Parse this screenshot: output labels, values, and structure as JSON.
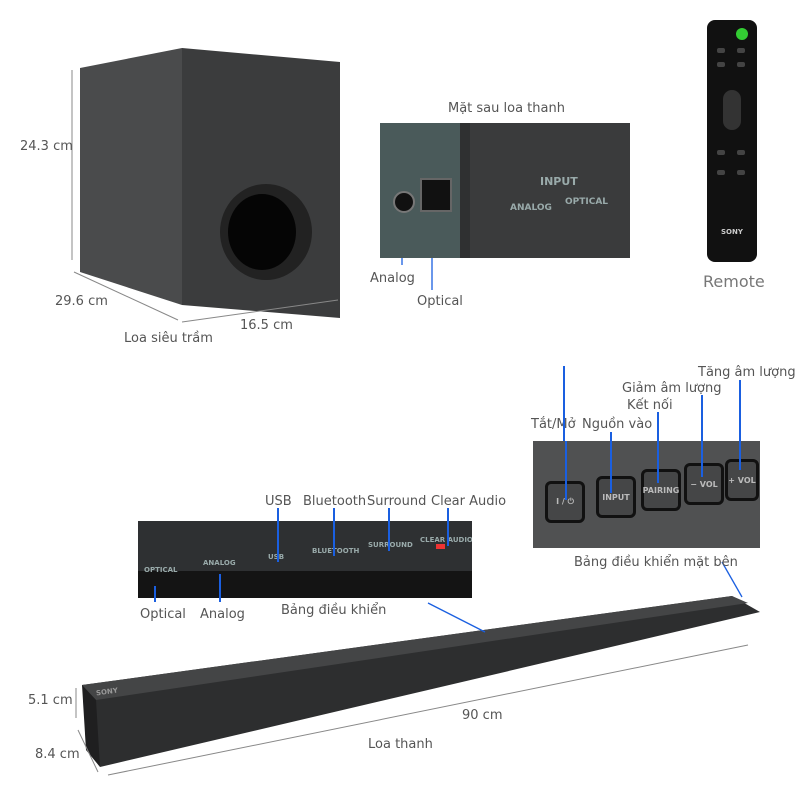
{
  "subwoofer": {
    "title": "Loa siêu trầm",
    "height": "24.3 cm",
    "depth": "29.6 cm",
    "width": "16.5 cm"
  },
  "rear": {
    "title": "Mặt sau loa thanh",
    "analog": "Analog",
    "optical": "Optical",
    "panel_input": "INPUT",
    "panel_analog": "ANALOG",
    "panel_optical": "OPTICAL"
  },
  "remote": {
    "title": "Remote",
    "brand": "SONY"
  },
  "side_panel": {
    "title": "Bảng điều khiển mặt bên",
    "labels": {
      "power": "Tắt/Mở",
      "input": "Nguồn vào",
      "pairing": "Kết nối",
      "vol_down": "Giảm âm lượng",
      "vol_up": "Tăng âm lượng"
    },
    "buttons": {
      "power": "I / ⏻",
      "input": "INPUT",
      "pairing": "PAIRING",
      "vol_down": "− VOL",
      "vol_up": "+ VOL"
    }
  },
  "front_panel": {
    "title": "Bảng  điều khiển",
    "labels": {
      "optical": "Optical",
      "analog": "Analog",
      "usb": "USB",
      "bluetooth": "Bluetooth",
      "surround": "Surround",
      "clear_audio": "Clear Audio"
    },
    "print": {
      "optical": "OPTICAL",
      "analog": "ANALOG",
      "usb": "USB",
      "bluetooth": "BLUETOOTH",
      "surround": "SURROUND",
      "clear_audio": "CLEAR AUDIO+"
    }
  },
  "soundbar": {
    "title": "Loa thanh",
    "height": "5.1 cm",
    "depth": "8.4 cm",
    "width": "90 cm",
    "brand": "SONY"
  },
  "colors": {
    "accent": "#1a5fe0",
    "text": "#555555"
  }
}
